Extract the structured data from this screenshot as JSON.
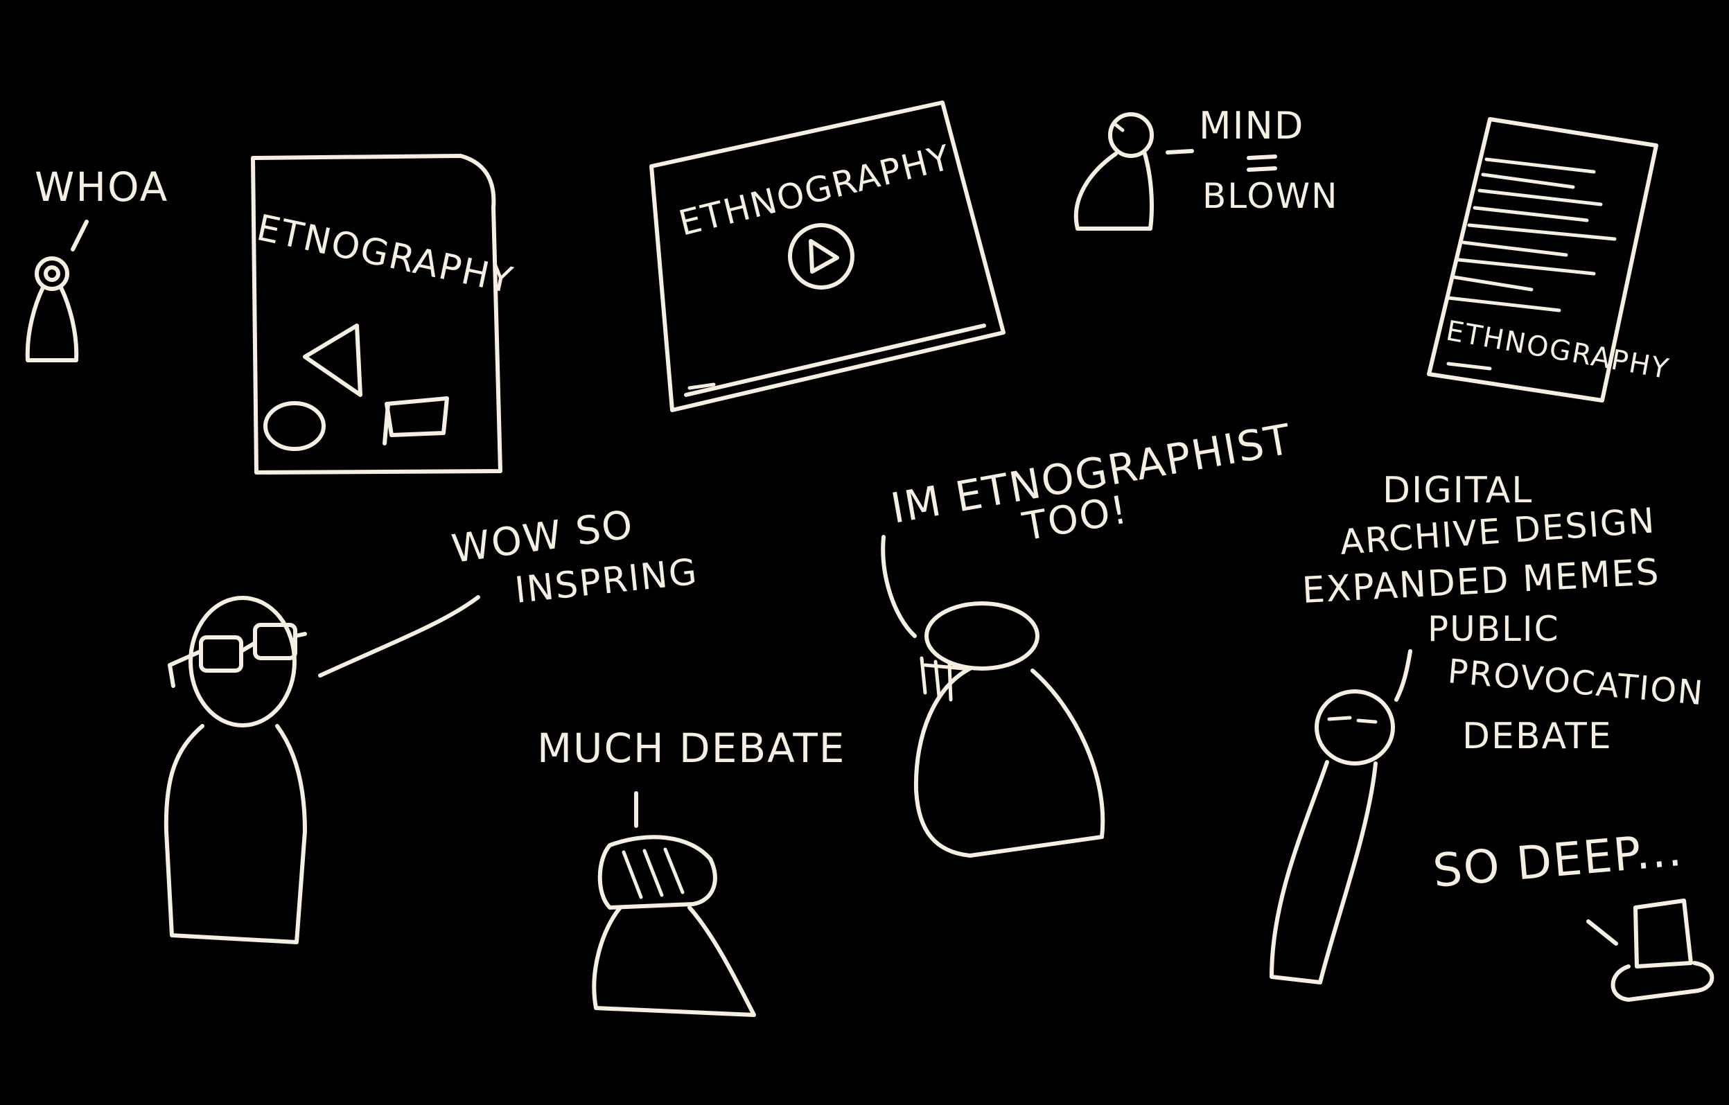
{
  "background_color": "#000000",
  "ink_color": "#f4efe2",
  "drawing": {
    "speech": {
      "whoa": "WHOA",
      "mind": "MIND",
      "blown": "BLOWN",
      "wow_line1": "WOW SO",
      "wow_line2": "INSPRING",
      "im_line1": "IM ETNOGRAPHIST",
      "im_line2": "TOO!",
      "much_debate": "MUCH DEBATE",
      "so_deep": "SO DEEP...",
      "list": [
        "DIGITAL",
        "ARCHIVE DESIGN",
        "EXPANDED MEMES",
        "PUBLIC",
        "PROVOCATION",
        "DEBATE"
      ]
    },
    "artifacts": {
      "book_title": "ETNOGRAPHY",
      "video_title": "ETHNOGRAPHY",
      "paper_title": "ETHNOGRAPHY"
    }
  }
}
